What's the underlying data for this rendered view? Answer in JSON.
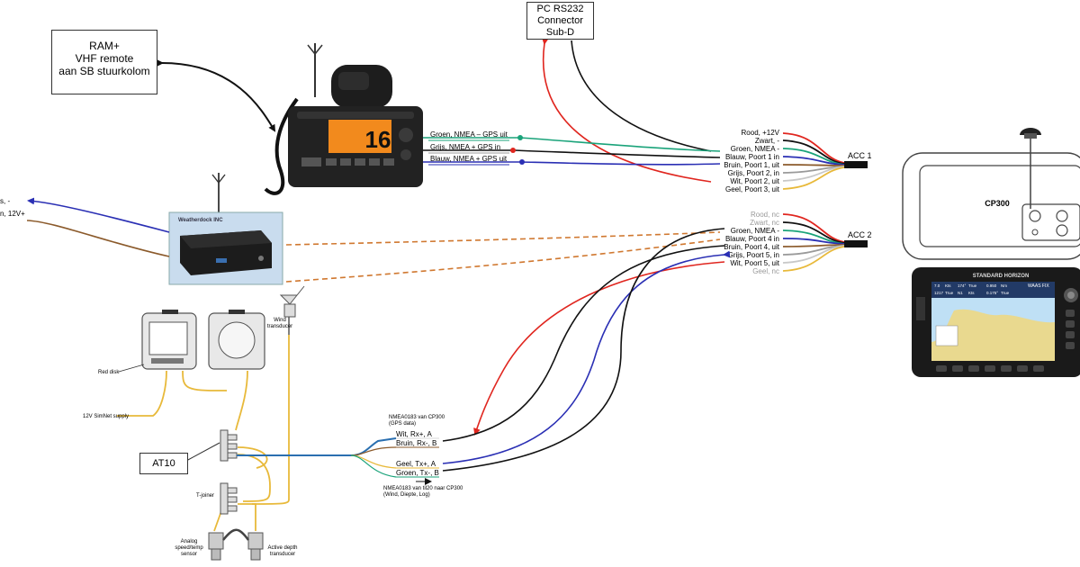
{
  "boxes": {
    "ram": [
      "RAM+",
      "VHF remote",
      "aan SB stuurkolom"
    ],
    "pc": [
      "PC RS232",
      "Connector",
      "Sub-D"
    ],
    "at10": "AT10"
  },
  "device_labels": {
    "weatherdock": "Weatherdock INC",
    "cp300": "CP300",
    "standard_horizon": "STANDARD HORIZON",
    "wind_transducer": [
      "Wind",
      "transducer"
    ],
    "red_disk": "Red disk",
    "simnet": "12V SimNet supply",
    "t_joiner": "T-joiner",
    "analog_sensor": [
      "Analog",
      "speed/temp",
      "sensor"
    ],
    "depth": [
      "Active depth",
      "transducer"
    ],
    "left_cut_1": "s, -",
    "left_cut_2": "n, 12V+",
    "radio_channel": "16"
  },
  "vhf_wires": [
    "Groen, NMEA – GPS uit",
    "Grijs, NMEA + GPS in",
    "Blauw, NMEA + GPS uit"
  ],
  "acc1": {
    "title": "ACC 1",
    "wires": [
      "Rood, +12V",
      "Zwart, -",
      "Groen, NMEA -",
      "Blauw, Poort 1 in",
      "Bruin, Poort 1, uit",
      "Grijs, Poort 2, in",
      "Wit, Poort 2, uit",
      "Geel, Poort 3, uit"
    ]
  },
  "acc2": {
    "title": "ACC 2",
    "wires": [
      "Rood, nc",
      "Zwart, nc",
      "Groen, NMEA -",
      "Blauw, Poort 4 in",
      "Bruin, Poort 4, uit",
      "Grijs, Poort 5, in",
      "Wit, Poort 5, uit",
      "Geel, nc"
    ]
  },
  "nmea": {
    "in_title": [
      "NMEA0183 van CP300",
      "(GPS data)"
    ],
    "in_wires": [
      "Wit, Rx+, A",
      "Bruin, Rx-, B"
    ],
    "out_wires": [
      "Geel, Tx+, A",
      "Groen, Tx-, B"
    ],
    "out_title": [
      "NMEA0183 van til20 naar CP300",
      "(Wind, Diepte, Log)"
    ]
  },
  "chart_screen": {
    "waas": "WAAS FIX",
    "readouts": [
      "7.0",
      "Kts",
      "174°",
      "True",
      "0.950",
      "Nm",
      "1217",
      "True",
      "N1",
      "Kts",
      "0.175°",
      "True"
    ]
  },
  "colors": {
    "red": "#e0261f",
    "black": "#111111",
    "green": "#1aa37a",
    "blue": "#2a2fb4",
    "brown": "#8b5a2b",
    "grey": "#9a9a9a",
    "white": "#d8d8d8",
    "yellow": "#e8b93a",
    "orange": "#d07830"
  }
}
